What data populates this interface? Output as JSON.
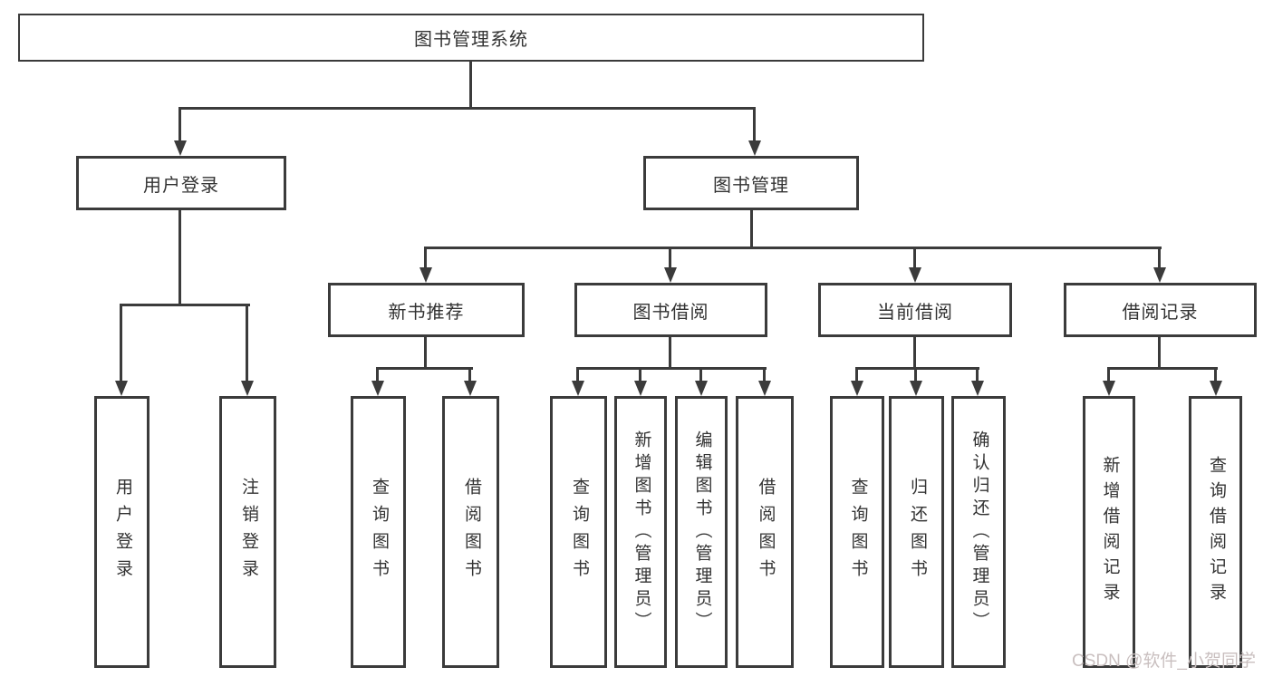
{
  "diagram": {
    "title": "图书管理系统",
    "type": "hierarchy-tree",
    "colors": {
      "line": "#3b3b3b",
      "box_border": "#3b3b3b",
      "text": "#333333",
      "background": "#ffffff",
      "watermark": "#c9bfbf"
    },
    "nodes": {
      "root": {
        "label": "图书管理系统"
      },
      "branches": [
        {
          "label": "用户登录",
          "children_of": "root"
        },
        {
          "label": "图书管理",
          "children_of": "root"
        }
      ],
      "modules": [
        {
          "label": "新书推荐",
          "children_of": "图书管理"
        },
        {
          "label": "图书借阅",
          "children_of": "图书管理"
        },
        {
          "label": "当前借阅",
          "children_of": "图书管理"
        },
        {
          "label": "借阅记录",
          "children_of": "图书管理"
        }
      ],
      "leaves": [
        {
          "label": "用户登录",
          "children_of": "用户登录"
        },
        {
          "label": "注销登录",
          "children_of": "用户登录"
        },
        {
          "label": "查询图书",
          "children_of": "新书推荐"
        },
        {
          "label": "借阅图书",
          "children_of": "新书推荐"
        },
        {
          "label": "查询图书",
          "children_of": "图书借阅"
        },
        {
          "label": "新增图书（管理员）",
          "children_of": "图书借阅"
        },
        {
          "label": "编辑图书（管理员）",
          "children_of": "图书借阅"
        },
        {
          "label": "借阅图书",
          "children_of": "图书借阅"
        },
        {
          "label": "查询图书",
          "children_of": "当前借阅"
        },
        {
          "label": "归还图书",
          "children_of": "当前借阅"
        },
        {
          "label": "确认归还（管理员）",
          "children_of": "当前借阅"
        },
        {
          "label": "新增借阅记录",
          "children_of": "借阅记录"
        },
        {
          "label": "查询借阅记录",
          "children_of": "借阅记录"
        }
      ]
    }
  },
  "watermark": {
    "text": "CSDN @软件_小贺同学"
  }
}
